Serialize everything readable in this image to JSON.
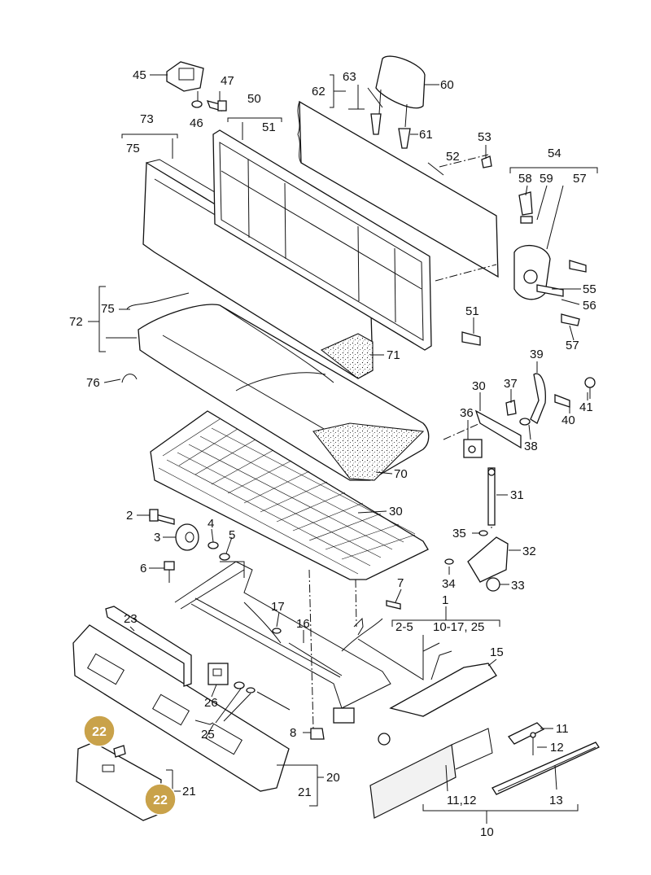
{
  "diagram": {
    "callouts": {
      "c1": "1",
      "c2": "2",
      "c3": "3",
      "c4": "4",
      "c5": "5",
      "c6": "6",
      "c7": "7",
      "c8": "8",
      "c10": "10",
      "c11": "11",
      "c11_12": "11,12",
      "c12": "12",
      "c13": "13",
      "c15": "15",
      "c16": "16",
      "c17": "17",
      "c20": "20",
      "c21a": "21",
      "c21b": "21",
      "c23": "23",
      "c25": "25",
      "c26": "26",
      "c2_5": "2-5",
      "c10_17_25": "10-17, 25",
      "c30a": "30",
      "c30b": "30",
      "c31": "31",
      "c32": "32",
      "c33": "33",
      "c34": "34",
      "c35": "35",
      "c36": "36",
      "c37": "37",
      "c38": "38",
      "c39": "39",
      "c40": "40",
      "c41": "41",
      "c45": "45",
      "c46": "46",
      "c47": "47",
      "c50": "50",
      "c51a": "51",
      "c51b": "51",
      "c52": "52",
      "c53": "53",
      "c54": "54",
      "c55": "55",
      "c56": "56",
      "c57a": "57",
      "c57b": "57",
      "c58": "58",
      "c59": "59",
      "c60": "60",
      "c61": "61",
      "c62": "62",
      "c63": "63",
      "c70": "70",
      "c71": "71",
      "c72": "72",
      "c73": "73",
      "c75a": "75",
      "c75b": "75",
      "c76": "76"
    },
    "highlight_badges": {
      "b1": "22",
      "b2": "22"
    },
    "badge_color": "#c9a24a"
  }
}
